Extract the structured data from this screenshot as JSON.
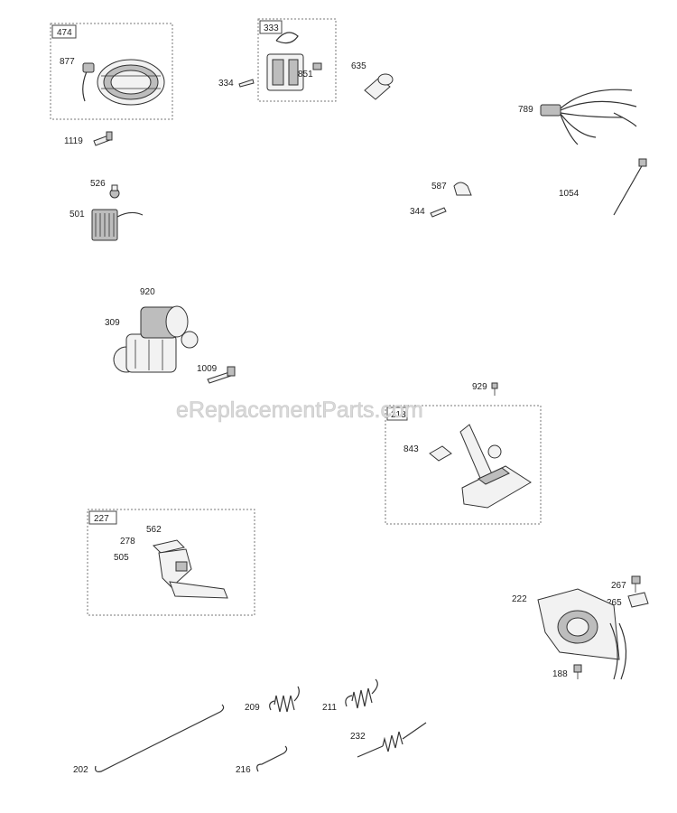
{
  "watermark": "eReplacementParts.com",
  "groups": {
    "g474": "474",
    "g333": "333",
    "g213": "213",
    "g227": "227"
  },
  "parts": {
    "p877": "877",
    "p1119": "1119",
    "p334": "334",
    "p851": "851",
    "p635": "635",
    "p789": "789",
    "p526": "526",
    "p501": "501",
    "p587": "587",
    "p344": "344",
    "p1054": "1054",
    "p920": "920",
    "p309": "309",
    "p1009": "1009",
    "p929": "929",
    "p843": "843",
    "p562": "562",
    "p278": "278",
    "p505": "505",
    "p267": "267",
    "p222": "222",
    "p265": "265",
    "p188": "188",
    "p209": "209",
    "p211": "211",
    "p232": "232",
    "p202": "202",
    "p216": "216"
  }
}
